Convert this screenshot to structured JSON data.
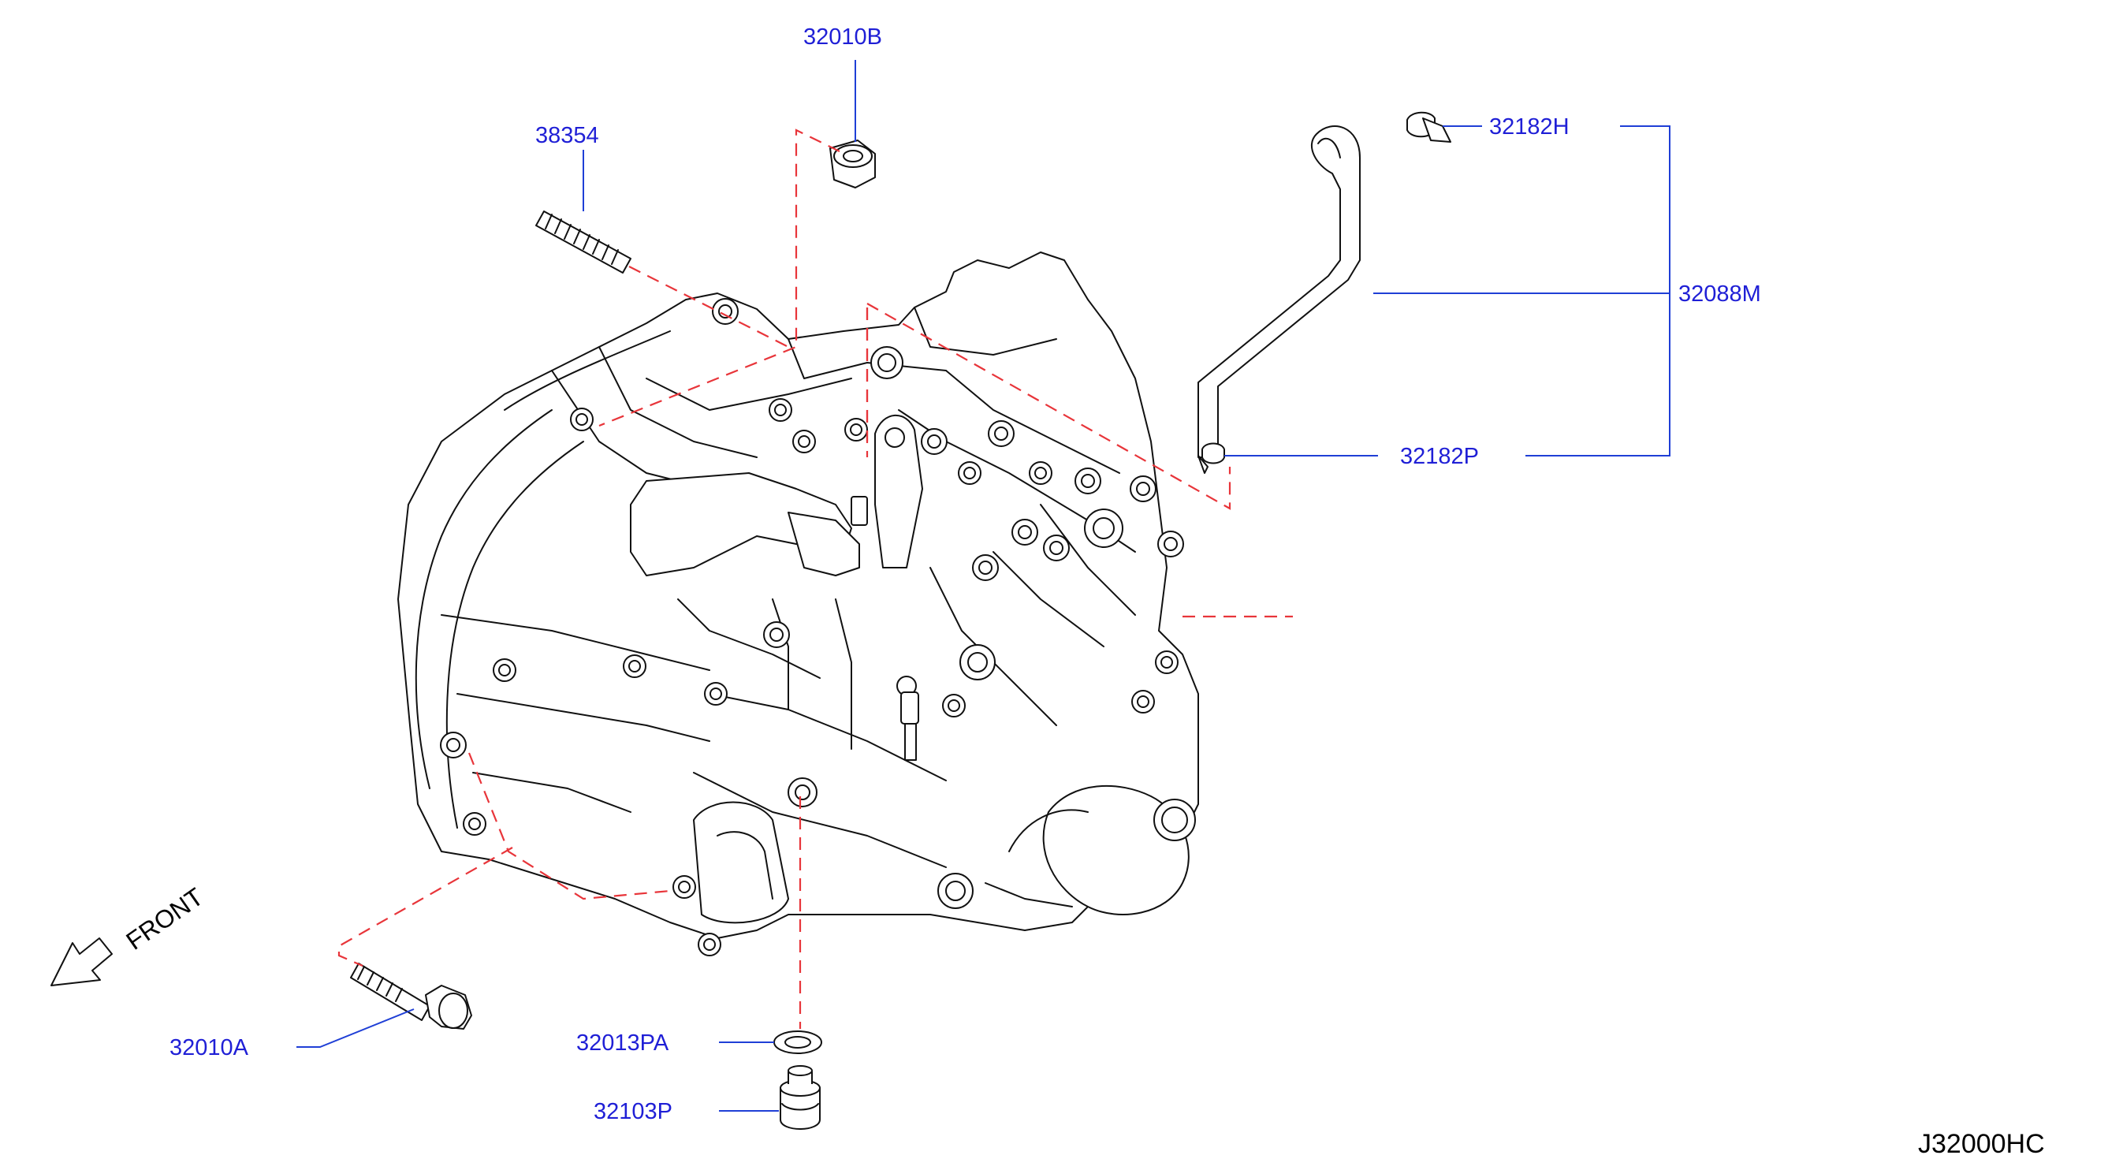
{
  "diagram_code": "J32000HC",
  "front_label": "FRONT",
  "colors": {
    "label": "#1f1fd6",
    "leader": "#1f3fd6",
    "dashed_line": "#e8353a",
    "ink": "#111111"
  },
  "parts": {
    "p32010B": "32010B",
    "p38354": "38354",
    "p32182H": "32182H",
    "p32088M": "32088M",
    "p32182P": "32182P",
    "p32010A": "32010A",
    "p32013PA": "32013PA",
    "p32103P": "32103P"
  }
}
